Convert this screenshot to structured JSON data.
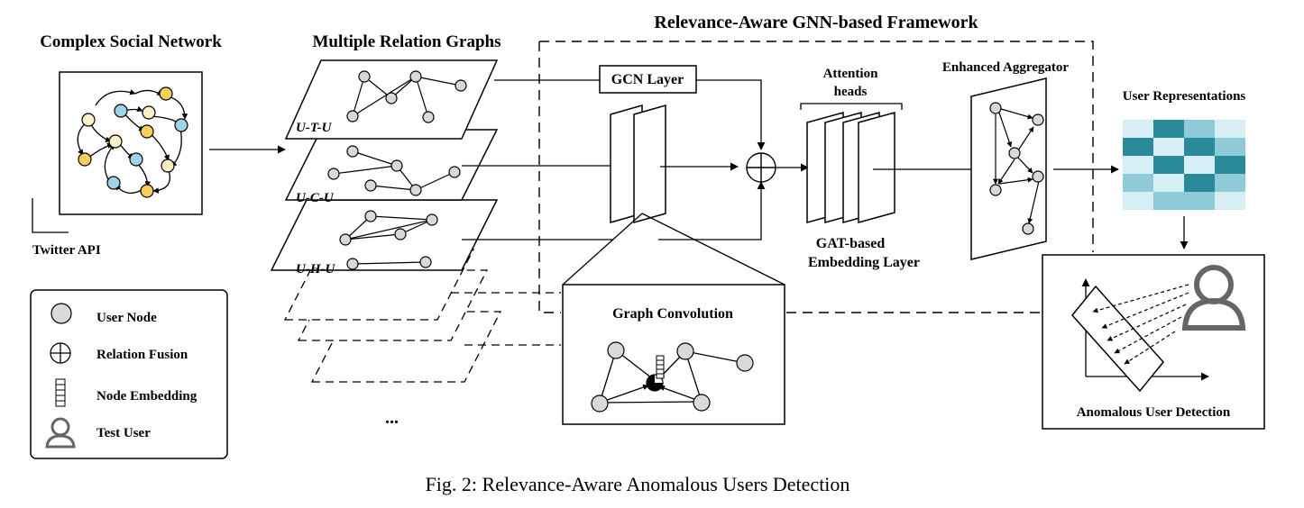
{
  "titles": {
    "complex_social_network": "Complex Social Network",
    "multiple_relation_graphs": "Multiple Relation Graphs",
    "framework": "Relevance-Aware GNN-based Framework",
    "gcn_layer": "GCN Layer",
    "attention_heads_1": "Attention",
    "attention_heads_2": "heads",
    "enhanced_aggregator": "Enhanced Aggregator",
    "user_representations": "User Representations",
    "gat_1": "GAT-based",
    "gat_2": "Embedding Layer",
    "graph_convolution": "Graph Convolution",
    "anomalous_user_detection": "Anomalous User Detection",
    "twitter_api": "Twitter API",
    "ellipsis": "..."
  },
  "relation_graphs": [
    "U-T-U",
    "U-C-U",
    "U-H-U"
  ],
  "legend": {
    "user_node": "User Node",
    "relation_fusion": "Relation Fusion",
    "node_embedding": "Node Embedding",
    "test_user": "Test User"
  },
  "caption": "Fig. 2: Relevance-Aware Anomalous Users Detection",
  "colors": {
    "node_gray": "#d9d9d9",
    "node_yellow": "#f5cf5a",
    "node_blue": "#9fd4e6",
    "node_cream": "#fbf0c8",
    "heat_dark": "#2b8a9a",
    "heat_mid": "#8fcad8",
    "heat_light": "#d7eef4",
    "user_icon": "#666666"
  },
  "heatmap": [
    [
      0,
      2,
      1,
      0
    ],
    [
      2,
      0,
      2,
      1
    ],
    [
      0,
      2,
      0,
      2
    ],
    [
      1,
      0,
      2,
      1
    ],
    [
      0,
      1,
      1,
      0
    ]
  ]
}
